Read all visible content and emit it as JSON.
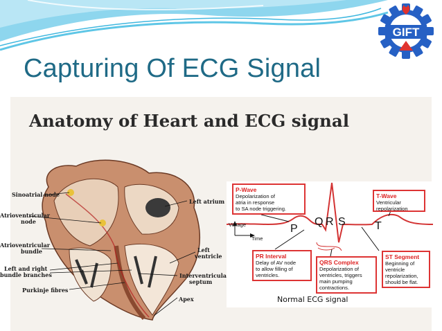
{
  "slide": {
    "title": "Capturing Of ECG Signal",
    "logo_text": "GIFT",
    "colors": {
      "title": "#1f6a86",
      "banner": "#7fd0ea",
      "logo_blue": "#2660c4",
      "logo_red": "#e0332f",
      "ecg_red": "#d33333"
    }
  },
  "figure": {
    "title": "Anatomy of Heart and ECG signal",
    "heart_labels": {
      "sa_node": "Sinoatrial node",
      "av_node_1": "Atrioventricular",
      "av_node_2": "node",
      "av_bundle_1": "Atrioventricular",
      "av_bundle_2": "bundle",
      "bundle_branches_1": "Left and right",
      "bundle_branches_2": "bundle branches",
      "purkinje": "Purkinje fibres",
      "left_atrium": "Left atrium",
      "left_ventricle_1": "Left",
      "left_ventricle_2": "ventricle",
      "septum_1": "Interventricular",
      "septum_2": "septum",
      "apex": "Apex"
    },
    "ecg": {
      "p_wave": {
        "title": "P-Wave",
        "desc": [
          "Depolarization of",
          "atria in response",
          "to SA node triggering."
        ]
      },
      "t_wave": {
        "title": "T-Wave",
        "desc": [
          "Ventricular",
          "repolarization"
        ]
      },
      "pr_interval": {
        "title": "PR Interval",
        "desc": [
          "Delay of AV node",
          "to allow filling of",
          "ventricles."
        ]
      },
      "qrs_complex": {
        "title": "QRS Complex",
        "desc": [
          "Depolarization of",
          "ventricles, triggers",
          "main pumping",
          "contractions."
        ]
      },
      "st_segment": {
        "title": "ST Segment",
        "desc": [
          "Beginning of",
          "ventricle",
          "repolarization,",
          "should be flat."
        ]
      },
      "wave_labels": {
        "p": "P",
        "q": "Q",
        "r": "R",
        "s": "S",
        "t": "T"
      },
      "voltage_label": "Voltage",
      "time_label": "Time",
      "caption": "Normal ECG signal"
    }
  }
}
